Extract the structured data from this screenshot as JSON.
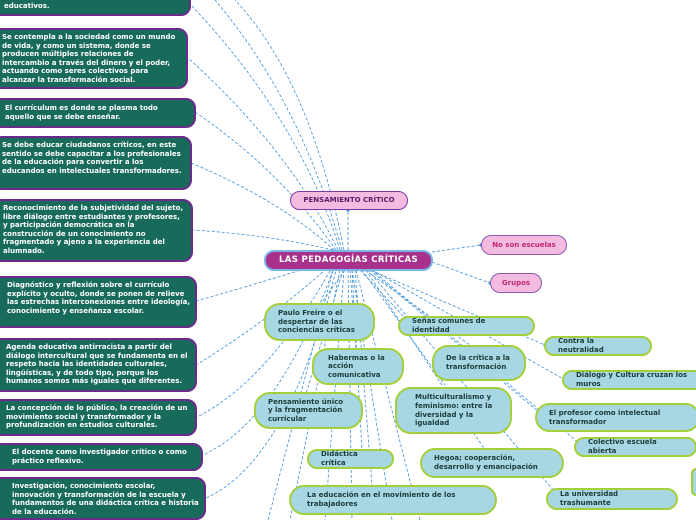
{
  "central": {
    "label": "LAS PEDAGOGÍAS CRÍTICAS"
  },
  "top_topic": {
    "label": "PENSAMIENTO CRÍTICO"
  },
  "side_topics": [
    {
      "label": "No son escuelas"
    },
    {
      "label": "Grupos"
    }
  ],
  "left_notes": [
    {
      "text": "educativos."
    },
    {
      "text": "Se contempla a la sociedad como un mundo de vida, y como un sistema, donde se producen múltiples relaciones de intercambio a través del dinero y el poder, actuando como seres colectivos para alcanzar la transformación social."
    },
    {
      "text": "El currículum es donde se plasma todo aquello que se debe enseñar."
    },
    {
      "text": "Se debe educar ciudadanos críticos, en este sentido se debe capacitar a los profesionales de la educación para convertir a los educandos en intelectuales transformadores."
    },
    {
      "text": "Reconocimiento de la subjetividad del sujeto, libre diálogo entre estudiantes y profesores, y participación democrática en la construcción de un conocimiento no fragmentado y ajeno a la experiencia del alumnado."
    },
    {
      "text": "Diagnóstico y reflexión sobre el currículo explícito y oculto, donde se ponen de relieve las estrechas interconexiones entre ideología, conocimiento y enseñanza escolar."
    },
    {
      "text": "Agenda educativa antirracista a partir del diálogo intercultural que se fundamenta en el respeto hacia las identidades culturales, lingüísticas, y de todo tipo, porque los humanos somos más iguales que diferentes."
    },
    {
      "text": "La concepción de lo público, la creación de un movimiento social y transformador y la profundización en estudios culturales."
    },
    {
      "text": "El docente como investigador crítico o como práctico reflexivo."
    },
    {
      "text": "Investigación, conocimiento escolar, innovación y transformación de la escuela y fundamentos de una didáctica crítica e historia de la educación."
    }
  ],
  "subtopics": [
    {
      "label": "Paulo Freire o el despertar de las conciencias críticas"
    },
    {
      "label": "Habermas o la acción comunicativa"
    },
    {
      "label": "Pensamiento único y la fragmentación curricular"
    },
    {
      "label": "Didáctica crítica"
    },
    {
      "label": "La educación en el movimiento de los trabajadores"
    },
    {
      "label": "Señas comunes de identidad"
    },
    {
      "label": "De la crítica a la transformación"
    },
    {
      "label": "Multiculturalismo y feminismo: entre la diversidad y la igualdad"
    },
    {
      "label": "Hegoa; cooperación, desarrollo y emancipación"
    },
    {
      "label": "Contra la neutralidad"
    },
    {
      "label": "Diálogo y Cultura cruzan los muros"
    },
    {
      "label": "El profesor como intelectual transformador"
    },
    {
      "label": "Colectivo escuela abierta"
    },
    {
      "label": "La universidad trashumante"
    }
  ],
  "colors": {
    "central_fill": "#a8318c",
    "dark_note_fill": "#186b5a",
    "dark_note_border": "#6a2b8c",
    "light_node_fill": "#a6d7e3",
    "light_node_border": "#a4cf3c",
    "pink_fill": "#f4bbe0",
    "connector": "#3b8fd9"
  }
}
